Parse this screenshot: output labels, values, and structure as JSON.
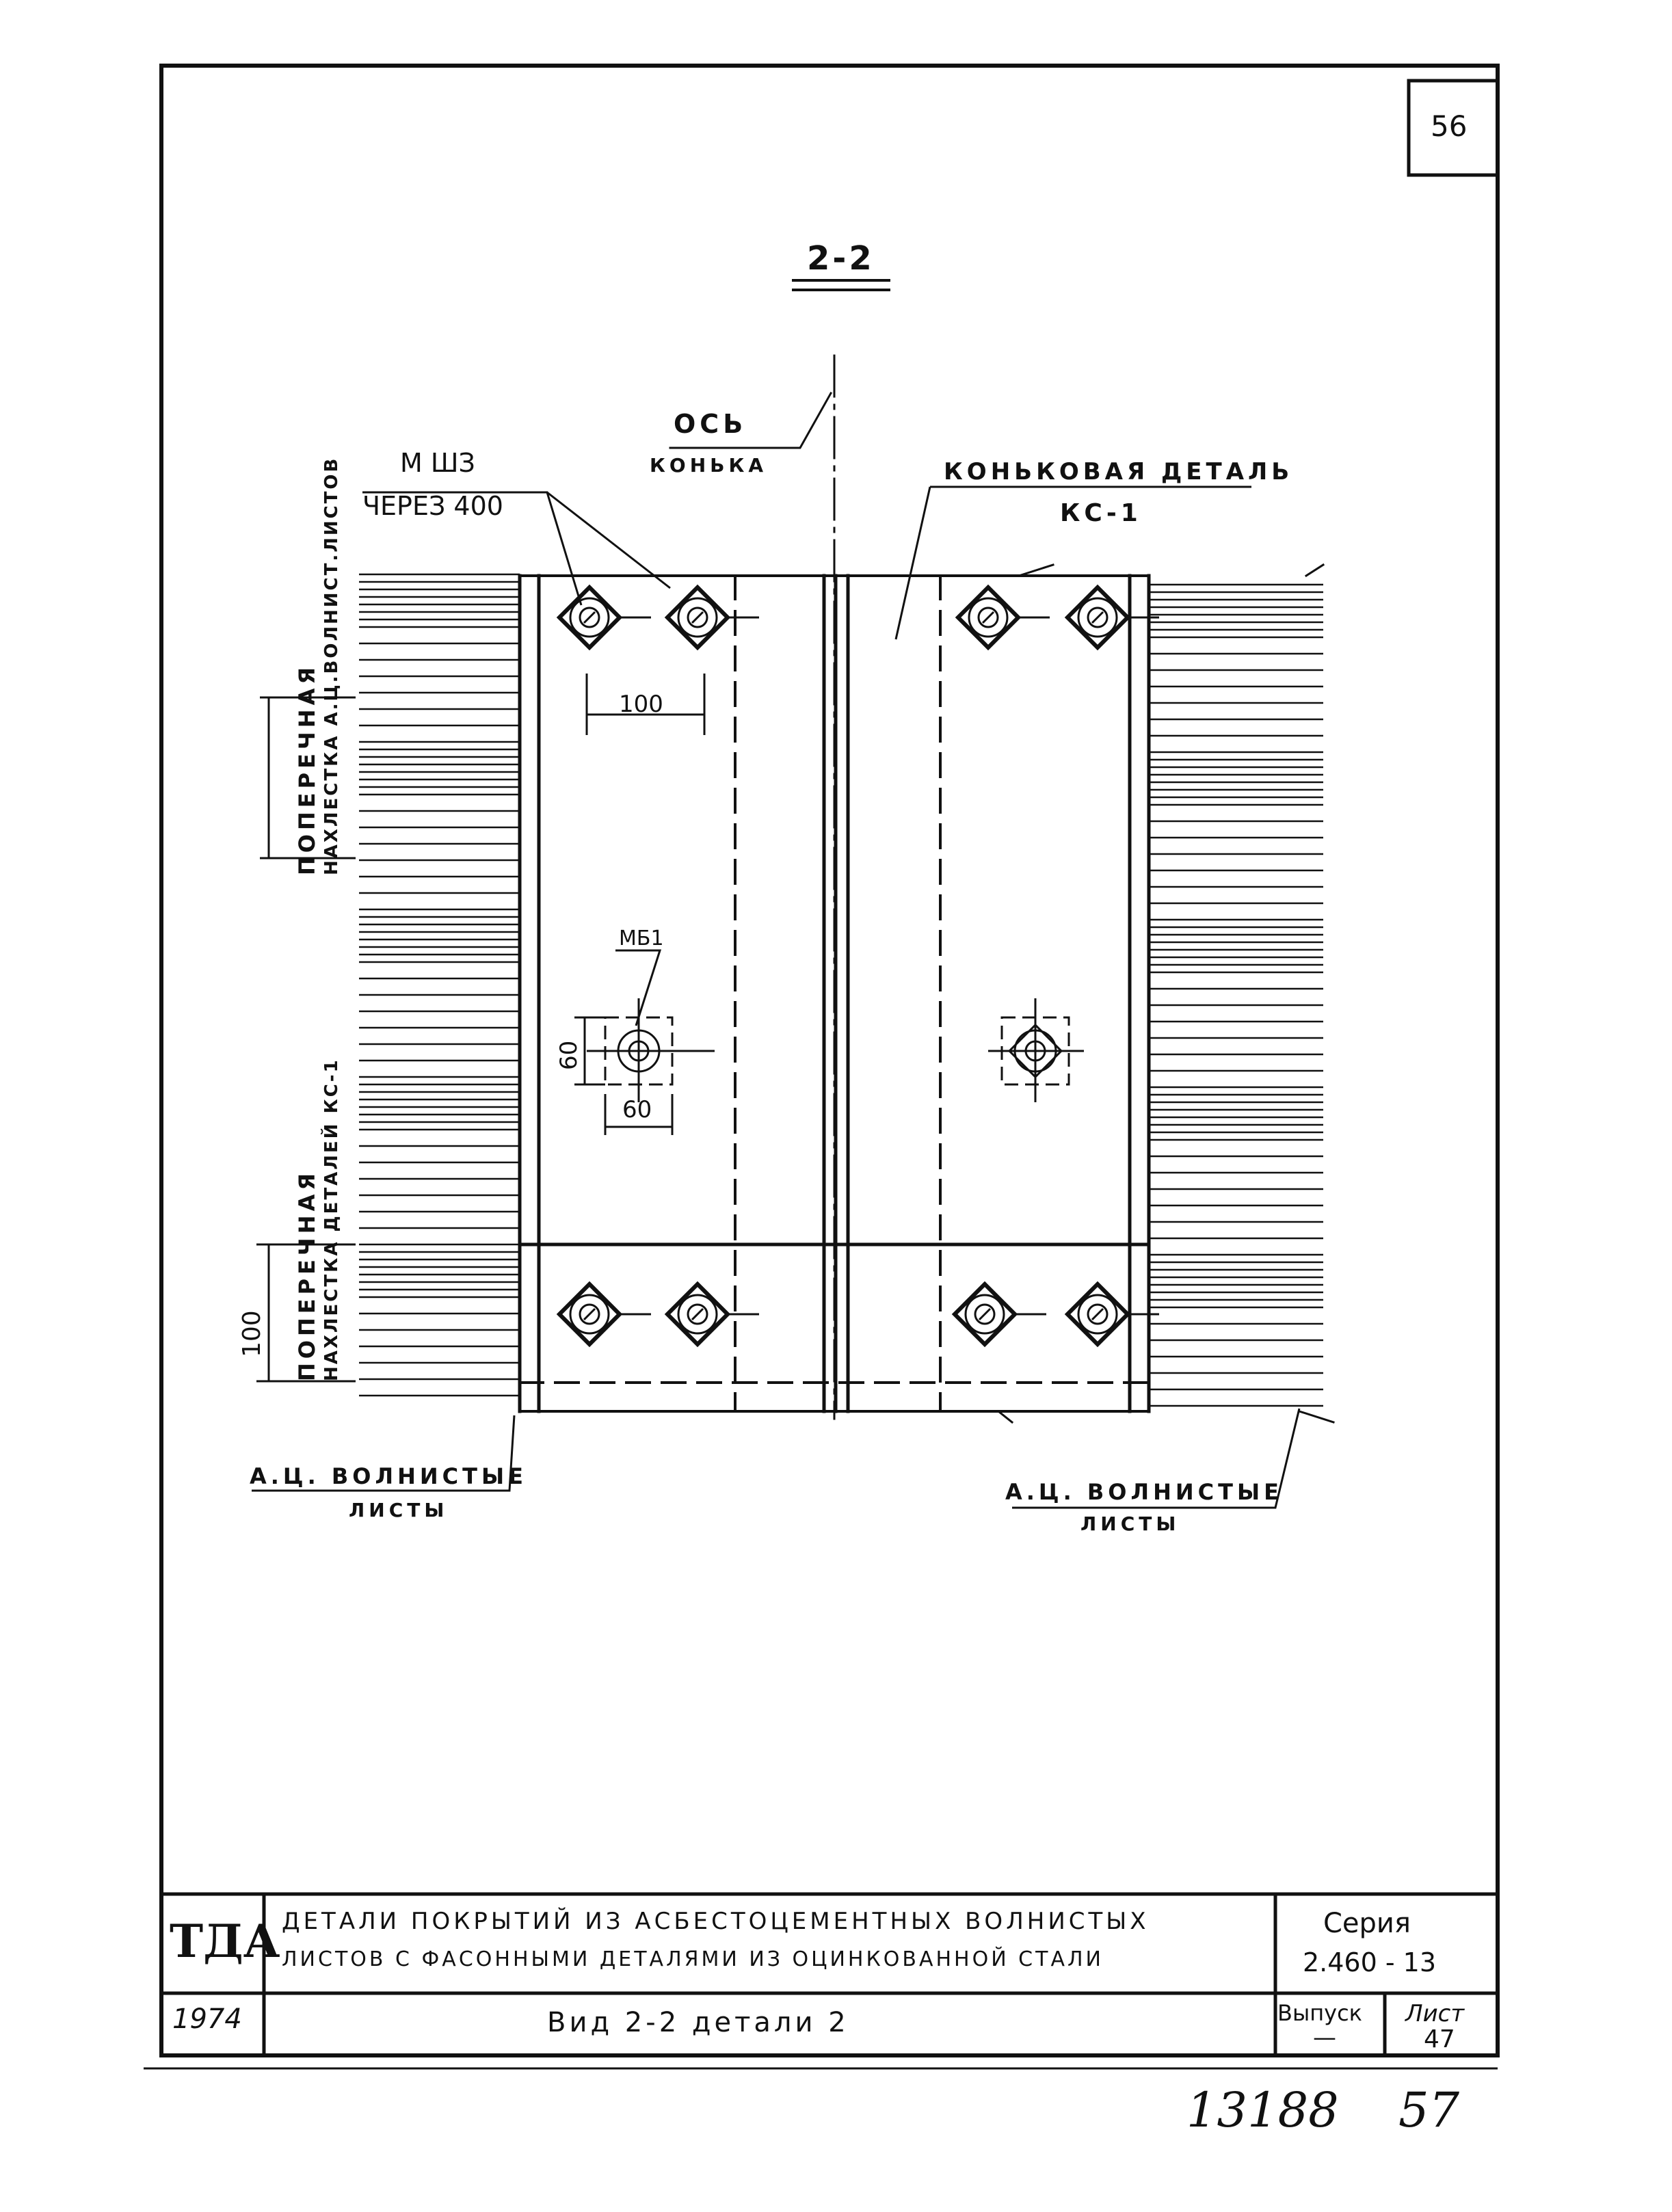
{
  "page_number": "56",
  "section_mark": "2-2",
  "labels": {
    "axis_top": "ОСЬ",
    "axis_bottom": "КОНЬКА",
    "ridge_part_top": "КОНЬКОВАЯ ДЕТАЛЬ",
    "ridge_part_bottom": "КС-1",
    "bolt_top": "М ШЗ",
    "bolt_bottom": "ЧЕРЕЗ 400",
    "washer": "МБ1",
    "vert_top_line1": "ПОПЕРЕЧНАЯ",
    "vert_top_line2": "НАХЛЕСТКА А.Ц.ВОЛНИСТ.ЛИСТОВ",
    "vert_bottom_line1": "ПОПЕРЕЧНАЯ",
    "vert_bottom_line2": "НАХЛЕСТКА ДЕТАЛЕЙ КС-1",
    "sheets_left_top": "А.Ц. ВОЛНИСТЫЕ",
    "sheets_left_bottom": "ЛИСТЫ",
    "sheets_right_top": "А.Ц. ВОЛНИСТЫЕ",
    "sheets_right_bottom": "ЛИСТЫ"
  },
  "dimensions": {
    "d100_top": "100",
    "d60_vertical": "60",
    "d60_horizontal": "60",
    "d100_left": "100"
  },
  "title_block": {
    "org": "ТДА",
    "title_line1": "ДЕТАЛИ ПОКРЫТИЙ ИЗ АСБЕСТОЦЕМЕНТНЫХ ВОЛНИСТЫХ",
    "title_line2": "ЛИСТОВ С ФАСОННЫМИ ДЕТАЛЯМИ ИЗ ОЦИНКОВАННОЙ СТАЛИ",
    "series_label": "Серия",
    "series_value": "2.460 - 13",
    "year": "1974",
    "sheet_title": "Вид 2-2 детали 2",
    "issue_label": "Выпуск",
    "issue_value": "—",
    "list_label": "Лист",
    "list_value": "47"
  },
  "handwritten": {
    "number": "13188",
    "page": "57"
  }
}
